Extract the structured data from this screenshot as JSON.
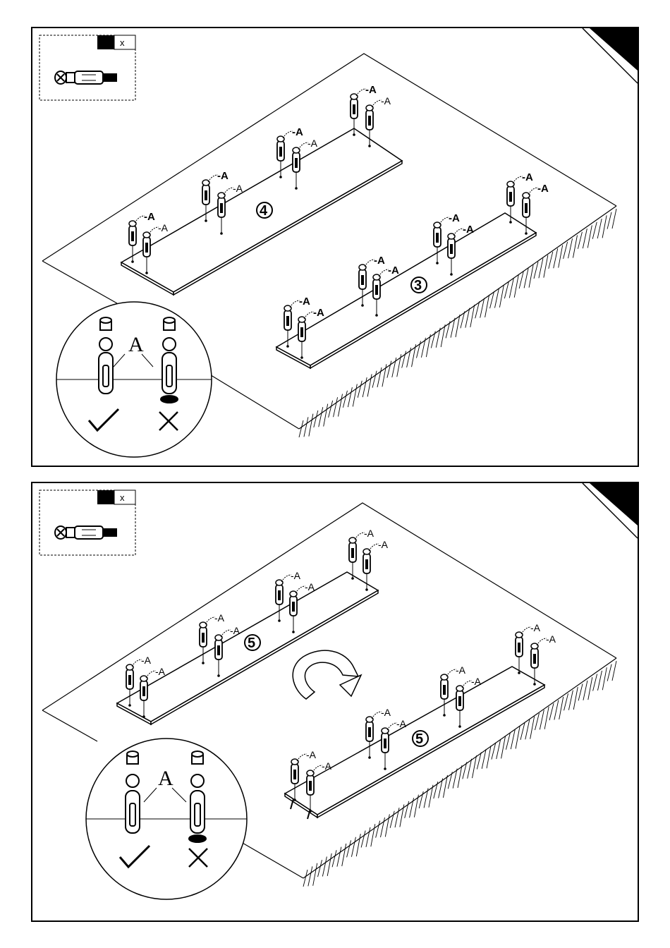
{
  "colors": {
    "ink": "#000000",
    "paper": "#ffffff"
  },
  "panels": [
    {
      "legend": {
        "quantity_label": "x",
        "icon": "cam-bolt-icon"
      },
      "numbers": [
        "4",
        "3"
      ],
      "callout": {
        "label": "A",
        "ok_icon": "check-icon",
        "wrong_icon": "cross-icon"
      },
      "labels": [
        "-A",
        "-A",
        "-A",
        "-A",
        "-A",
        "-A",
        "-A",
        "-A",
        "-A",
        "-A",
        "-A",
        "-A",
        "-A",
        "-A",
        "-A",
        "-A"
      ]
    },
    {
      "legend": {
        "quantity_label": "x",
        "icon": "cam-bolt-icon"
      },
      "numbers": [
        "5",
        "5"
      ],
      "callout": {
        "label": "A",
        "ok_icon": "check-icon",
        "wrong_icon": "cross-icon"
      },
      "labels": [
        "-A",
        "-A",
        "-A",
        "-A",
        "-A",
        "-A",
        "-A",
        "-A",
        "-A",
        "-A",
        "-A",
        "-A",
        "-A",
        "-A",
        "-A",
        "-A"
      ],
      "rotate_icon": "rotate-arrow-icon"
    }
  ]
}
